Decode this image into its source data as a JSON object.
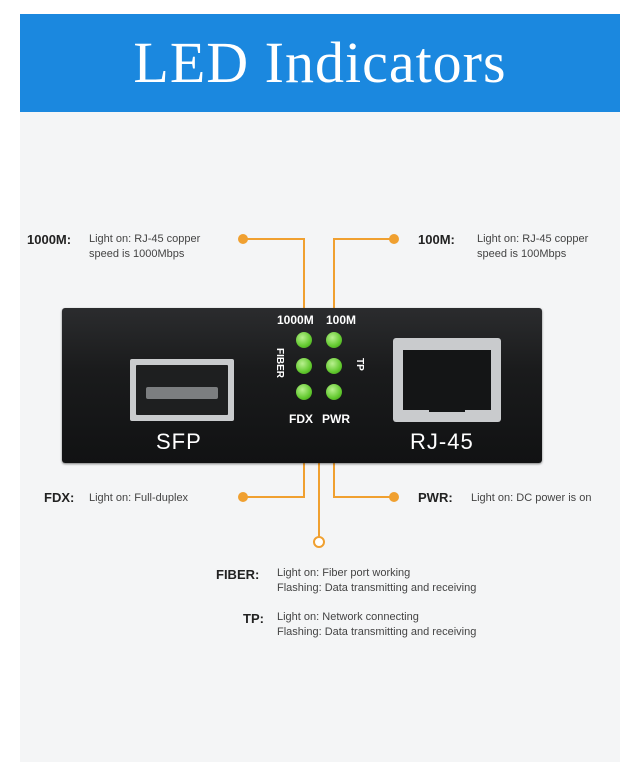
{
  "banner": {
    "title": "LED Indicators"
  },
  "device": {
    "sfp_label": "SFP",
    "rj45_label": "RJ-45",
    "led_labels": {
      "top_left": "1000M",
      "top_right": "100M",
      "left": "FIBER",
      "right": "TP",
      "bottom_left": "FDX",
      "bottom_right": "PWR"
    },
    "led_color": "#62c92e"
  },
  "callouts": {
    "m1000": {
      "term": "1000M:",
      "line1": "Light on: RJ-45 copper",
      "line2": "speed is 1000Mbps"
    },
    "m100": {
      "term": "100M:",
      "line1": "Light on: RJ-45 copper",
      "line2": "speed is 100Mbps"
    },
    "fdx": {
      "term": "FDX:",
      "line1": "Light on: Full-duplex"
    },
    "pwr": {
      "term": "PWR:",
      "line1": "Light on: DC power is on"
    },
    "fiber": {
      "term": "FIBER:",
      "line1": "Light on: Fiber port working",
      "line2": "Flashing: Data transmitting and receiving"
    },
    "tp": {
      "term": "TP:",
      "line1": "Light on: Network connecting",
      "line2": "Flashing: Data transmitting and receiving"
    }
  },
  "colors": {
    "banner": "#1b88df",
    "leader": "#f0a030",
    "device": "#1a1b1c"
  }
}
